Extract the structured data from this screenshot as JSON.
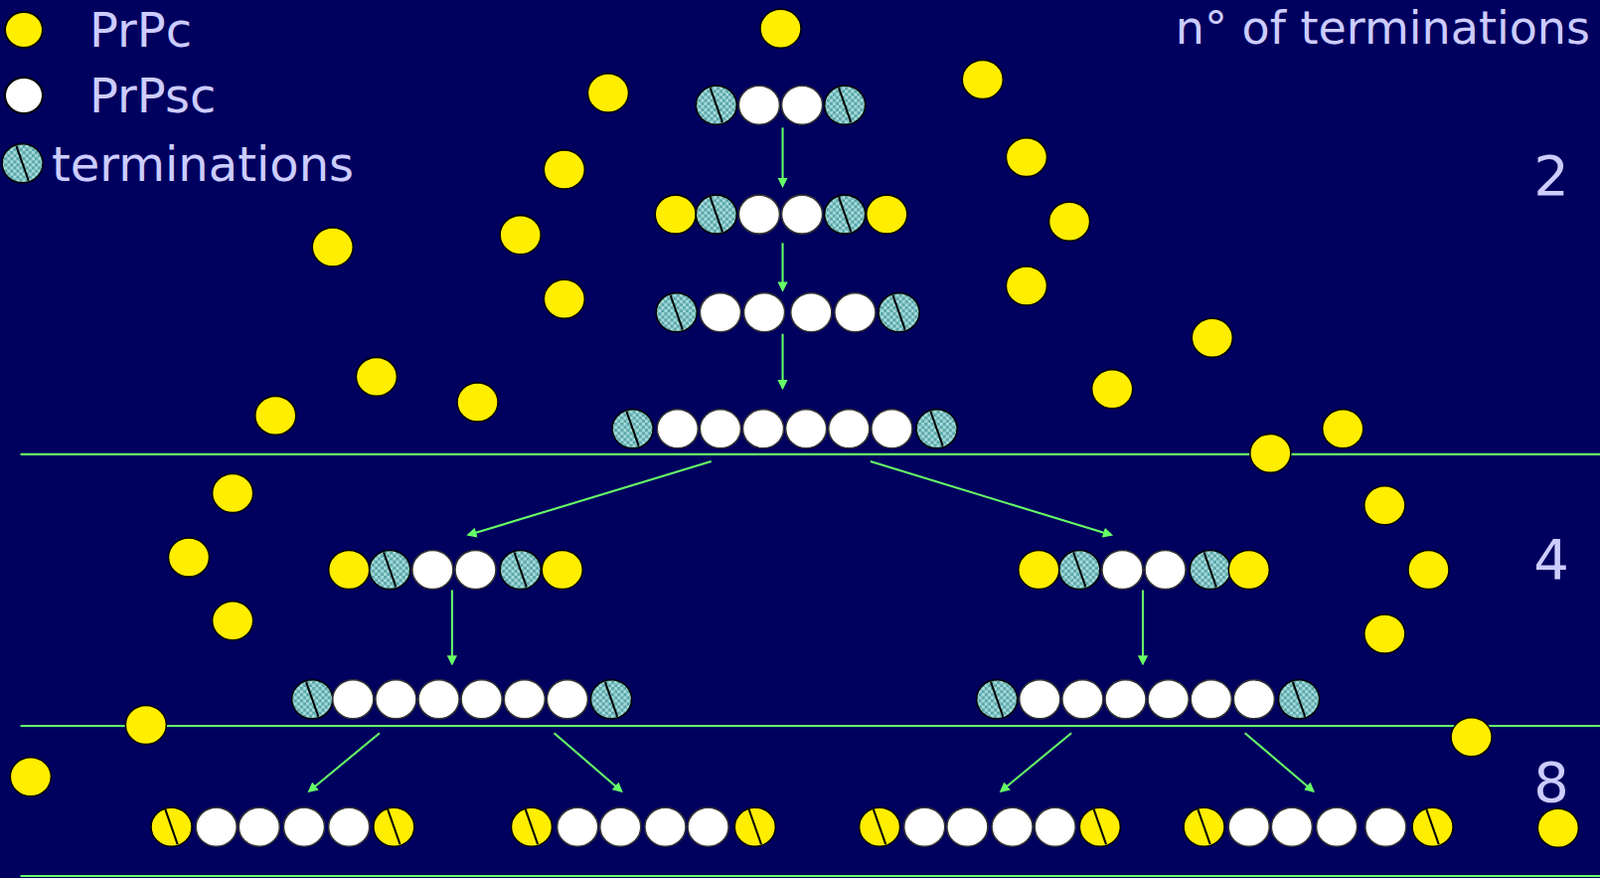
{
  "diagram": {
    "labels": [
      "n° of terminations",
      "2",
      "4",
      "8"
    ],
    "legend": [
      {
        "text": "PrPc",
        "color": "#ffee00"
      },
      {
        "text": "PrPsc",
        "color": "#ffffff"
      },
      {
        "text": "terminations"
      }
    ]
  }
}
